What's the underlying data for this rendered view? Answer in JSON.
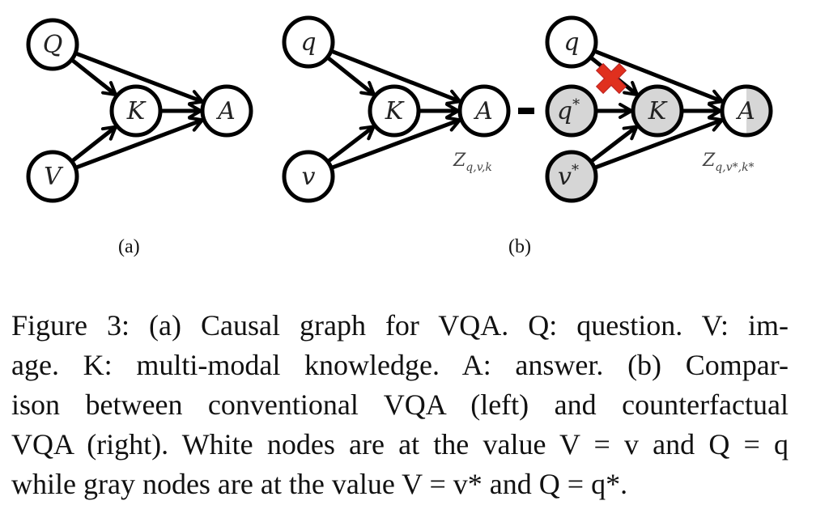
{
  "figure": {
    "panel_a": {
      "sublabel": "(a)",
      "nodes": [
        {
          "id": "Q",
          "label": "Q",
          "sup": "",
          "fill": "white"
        },
        {
          "id": "V",
          "label": "V",
          "sup": "",
          "fill": "white"
        },
        {
          "id": "K",
          "label": "K",
          "sup": "",
          "fill": "white"
        },
        {
          "id": "A",
          "label": "A",
          "sup": "",
          "fill": "white"
        }
      ],
      "edges": [
        [
          "Q",
          "K"
        ],
        [
          "Q",
          "A"
        ],
        [
          "V",
          "K"
        ],
        [
          "V",
          "A"
        ],
        [
          "K",
          "A"
        ]
      ]
    },
    "panel_b": {
      "sublabel": "(b)",
      "operator": "minus",
      "left": {
        "nodes": [
          {
            "id": "q",
            "label": "q",
            "sup": "",
            "fill": "white"
          },
          {
            "id": "v",
            "label": "v",
            "sup": "",
            "fill": "white"
          },
          {
            "id": "K",
            "label": "K",
            "sup": "",
            "fill": "white"
          },
          {
            "id": "A",
            "label": "A",
            "sup": "",
            "fill": "white"
          }
        ],
        "edges": [
          [
            "q",
            "K"
          ],
          [
            "q",
            "A"
          ],
          [
            "v",
            "K"
          ],
          [
            "v",
            "A"
          ],
          [
            "K",
            "A"
          ]
        ],
        "output_label": {
          "base": "Z",
          "sub": "q,v,k"
        }
      },
      "right": {
        "nodes": [
          {
            "id": "q",
            "label": "q",
            "sup": "",
            "fill": "white"
          },
          {
            "id": "qs",
            "label": "q",
            "sup": "*",
            "fill": "gray"
          },
          {
            "id": "vs",
            "label": "v",
            "sup": "*",
            "fill": "gray"
          },
          {
            "id": "K",
            "label": "K",
            "sup": "",
            "fill": "gray"
          },
          {
            "id": "A",
            "label": "A",
            "sup": "",
            "fill": "half"
          }
        ],
        "edges": [
          [
            "q",
            "K"
          ],
          [
            "q",
            "A"
          ],
          [
            "qs",
            "K"
          ],
          [
            "vs",
            "K"
          ],
          [
            "vs",
            "A"
          ],
          [
            "K",
            "A"
          ]
        ],
        "blocked_edge": [
          "q",
          "K"
        ],
        "output_label": {
          "base": "Z",
          "sub": "q,v*,k*"
        }
      }
    },
    "colors": {
      "stroke": "#000000",
      "gray_node": "#d6d6d6",
      "cross": "#e0301e"
    }
  },
  "caption": {
    "lines": [
      "Figure 3: (a) Causal graph for VQA. Q: question. V: im-",
      "age. K: multi-modal knowledge. A: answer. (b) Compar-",
      "ison between conventional VQA (left) and counterfactual",
      "VQA (right). White nodes are at the value V = v and Q = q",
      "while gray nodes are at the value V = v* and Q = q*."
    ]
  }
}
